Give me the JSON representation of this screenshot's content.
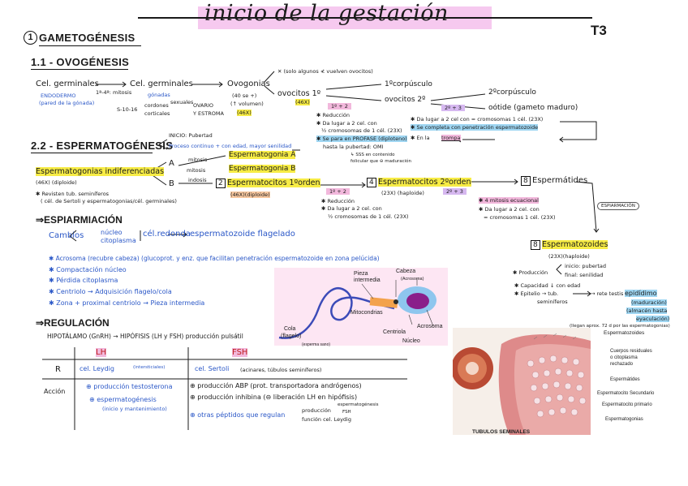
{
  "title": "inicio de la gestación",
  "tema": "T3",
  "s1": {
    "num": "1",
    "title": "GAMETOGÉNESIS"
  },
  "s11": "1.1 - OVOGÉNESIS",
  "ovo": {
    "cel_germ_1": "Cel. germinales",
    "endodermo": "ENDODERMO",
    "endodermo_sub": "(pared de la gónada)",
    "mitosis": "1ª-4ª: mitosis",
    "cel_germ_2": "Cel. germinales",
    "gonadas": "gónadas",
    "s10_s16": "S-10-16",
    "cords_1": "cordones",
    "cords_1b": "sexuales",
    "ovario_hint": "OVARIO",
    "cords_2": "corticales",
    "cords_2b": "Y ESTROMA",
    "ovogonias": "Ovogonias",
    "ovog_note1": "(40 se +)",
    "ovog_note2": "(↑ volumen)",
    "ovog_46": "(46X)",
    "x_note": "✕ (solo algunos ≮ vuelven ovocitos)",
    "ovocito_1": "ovocitos 1º",
    "ov1_46": "(46X)",
    "ov1_badge": "1º + 2",
    "ov1_r1": "✱ Reducción",
    "ov1_r2": "✱ Da lugar a 2 cel. con",
    "ov1_r3": "½ cromosomas de 1 cél. (23X)",
    "ov1_r4": "✱ Se para en PROFASE (diploteno)",
    "ov1_r5": "hasta la pubertad: OMI",
    "ov1_r6": "↳ SSS en contenido",
    "ov1_r7": "folicular que ⊖ maduración",
    "corpusculo_1": "1ºcorpúsculo",
    "ovocito_2": "ovocitos 2º",
    "ov2_badge": "2º + 3",
    "ov2_r1": "✱ Da lugar a 2 cel con = cromosomas 1 cél. (23X)",
    "ov2_r2": "✱ Se completa con penetración espermatozoide",
    "ov2_r3": "✱ En la",
    "ov2_r3b": "trompa",
    "corpusculo_2": "2ºcorpúsculo",
    "ootide": "oótide (gameto maduro)"
  },
  "s22": "2.2 - ESPERMATOGÉNESIS",
  "esp": {
    "inicio": "INICIO: Pubertad",
    "inicio2": "Proceso continuo + con edad, mayor senilidad",
    "indif": "Espermatogonias indiferenciadas",
    "indif_46": "(46X) (diploide)",
    "indif_n1": "✱ Revisten tub. seminíferos",
    "indif_n2": "( cél. de Sertoli y espermatogonias/cél. germinales)",
    "A": "A",
    "B": "B",
    "mitosis": "mitosis",
    "mitosis2": "mitosis",
    "indosis": "indosis",
    "sgA": "Espermatogonia A",
    "sgB": "Espermatogonia B",
    "n2": "2",
    "esp1": "Espermatocitos 1ºorden",
    "esp1_46": "(46X)(diploide)",
    "esp1_badge": "1º + 2",
    "esp1_r1": "✱ Reducción",
    "esp1_r2": "✱ Da lugar a 2 cel. con",
    "esp1_r3": "½ cromosomas de 1 cél. (23X)",
    "n4": "4",
    "esp2": "Espermatocitos 2ºorden",
    "esp2_23": "(23X) (haploide)",
    "esp2_badge": "2º + 3",
    "n8": "8",
    "espd": "Espermátides",
    "espd_r1": "✱ 4 mitosis ecuacional",
    "espd_r2": "✱ Da lugar a 2 cel. con",
    "espd_r3": "= cromosomas 1 cél. (23X)",
    "espiarmacion": "ESPIARMACIÓN",
    "n8b": "8",
    "espz": "Espermatozoides",
    "espz_23": "(23X)(haploide)",
    "prod": "✱ Producción",
    "prod1": "inicio: pubertad",
    "prod2": "final: senilidad",
    "cap": "✱ Capacidad ↓ con edad",
    "epi": "✱ Epitelio → tub.",
    "epi2": "seminíferos",
    "rete": "→ rete testis →",
    "epididimo": "epidídimo",
    "maduracion": "(maduración)",
    "almacen": "(almacén hasta",
    "eyac": "eyaculación)",
    "llegan": "(llegan aprox. 72 d por las espermatogonias)"
  },
  "espiar": {
    "title": "⇒ESPIARMIACIÓN",
    "cambios": "Cambios",
    "nucleo": "núcleo",
    "citoplasma": "citoplasma",
    "redonda": "cél.redonda",
    "flagelado": "espermatozoide flagelado",
    "l1": "✱ Acrosoma (recubre cabeza) (glucoprot. y enz. que facilitan penetración espermatozoide en zona pelúcida)",
    "l2": "✱ Compactación núcleo",
    "l3": "✱ Pérdida citoplasma",
    "l4": "✱ Centriolo → Adquisición flagelo/cola",
    "l5": "✱ Zona + proximal centriolo → Pieza intermedia"
  },
  "sperm_fig": {
    "cabeza": "Cabeza",
    "acrosoma_label": "(Acrosoma)",
    "pieza": "Pieza",
    "intermedia": "intermedia",
    "mito": "Mitocondrias",
    "cola": "Cola",
    "flagelo": "(flagelo)",
    "centriola": "Centriola",
    "nucleo": "Núcleo",
    "acrosoma": "Acrosoma",
    "esperma_sano": "(esperma sano)"
  },
  "reg": {
    "title": "⇒REGULACIÓN",
    "line": "HIPOTÁLAMO (GnRH) → HIPÓFISIS (LH y FSH) producción pulsátil",
    "col_lh": "LH",
    "col_fsh": "FSH",
    "r_label": "R",
    "r_lh": "cel. Leydig",
    "r_lh2": "(intersticiales)",
    "r_fsh": "cel. Sertoli",
    "r_fsh2": "(acinares, túbulos seminíferos)",
    "accion": "Acción",
    "a_lh1": "⊕ producción testosterona",
    "a_lh2": "⊕ espermatogénesis",
    "a_lh3": "(inicio y mantenimiento)",
    "a_fsh1": "⊕ producción ABP (prot. transportadora andrógenos)",
    "a_fsh2": "⊕ producción inhibina (⊖ liberación LH en hipófisis)",
    "a_fsh3": "⊕ otras péptidos que regulan",
    "a_fsh4": "producción",
    "a_fsh5": "espermatogénesis",
    "a_fsh6": "FSH",
    "a_fsh7": "función cel. Leydig"
  },
  "tubule": {
    "espermatozoides": "Espermatozoides",
    "cuerpos1": "Cuerpos residuales",
    "cuerpos2": "o citoplasma",
    "cuerpos3": "rechazado",
    "espermatides": "Espermátides",
    "sec": "Espermatocito Secundario",
    "prim": "Espermatocito primario",
    "goni": "Espermatogonias",
    "caption": "TUBULOS SEMINALES"
  }
}
